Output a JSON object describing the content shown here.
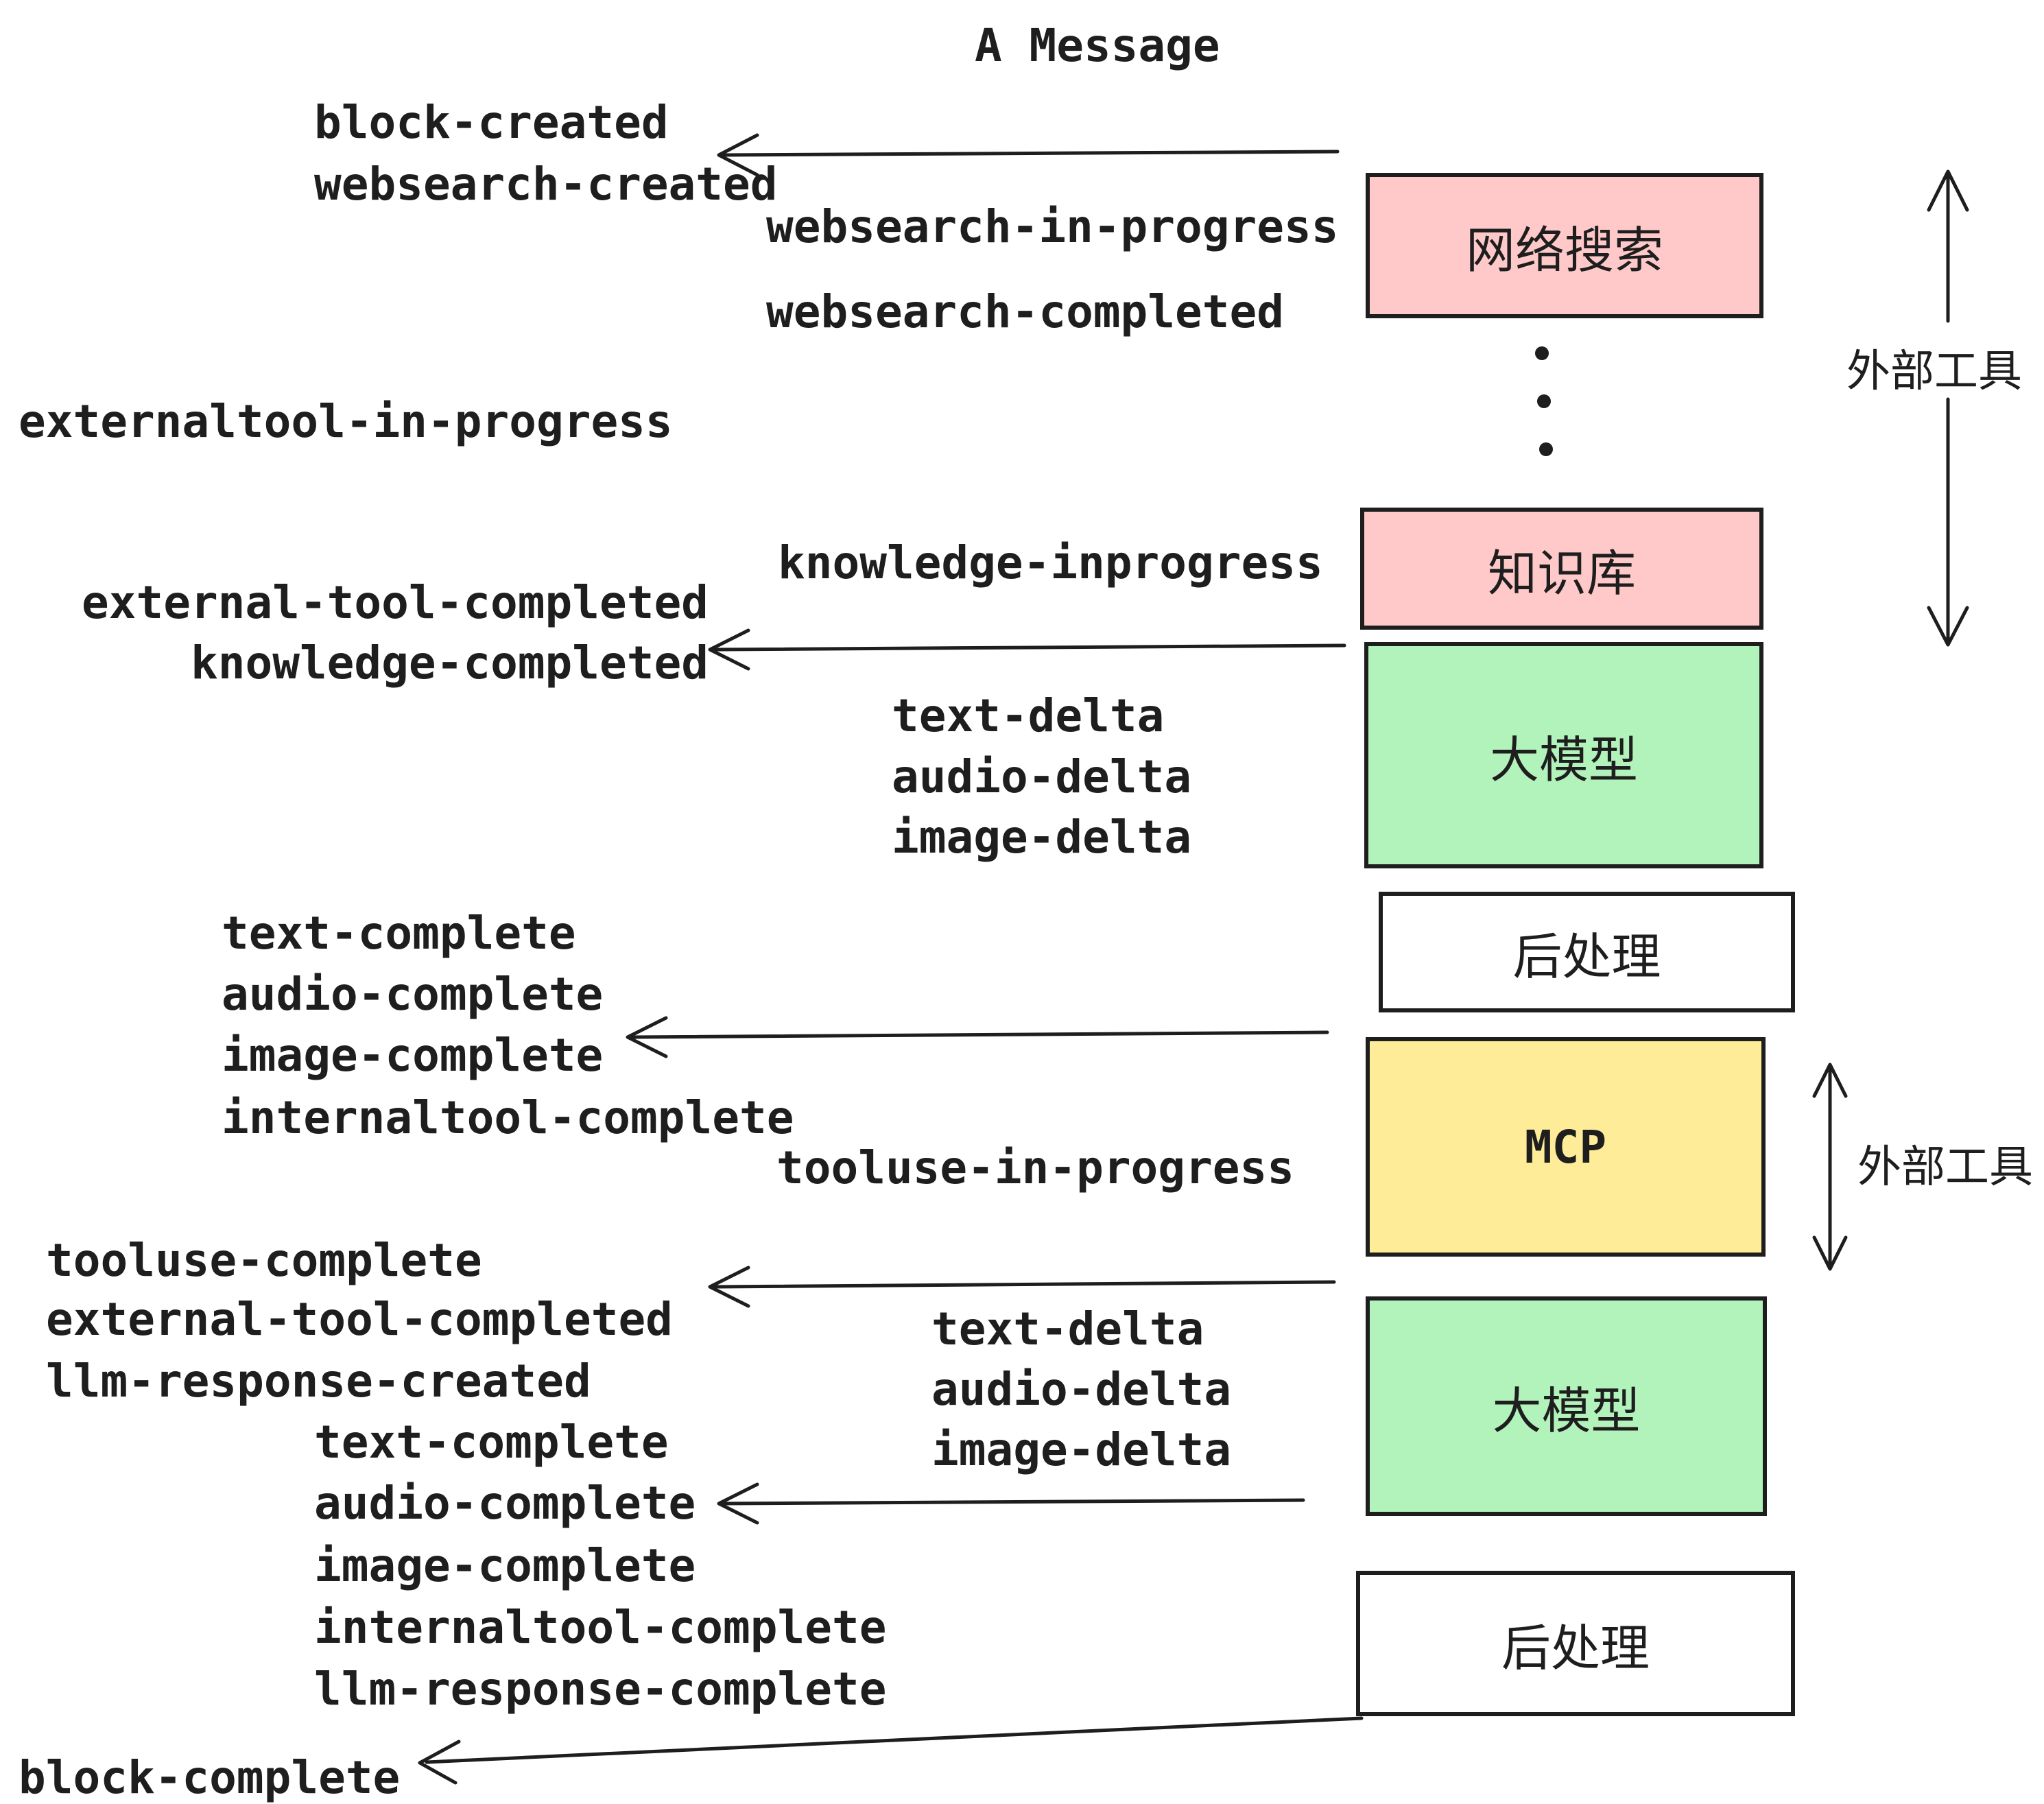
{
  "title": "A Message",
  "boxes": {
    "websearch": "网络搜索",
    "knowledge": "知识库",
    "llm_top": "大模型",
    "post_top": "后处理",
    "mcp": "MCP",
    "llm_bottom": "大模型",
    "post_bottom": "后处理"
  },
  "side_labels": {
    "external_tools_top": "外部工具",
    "external_tools_bottom": "外部工具"
  },
  "events": {
    "block_created": "block-created",
    "websearch_created": "websearch-created",
    "websearch_in_progress": "websearch-in-progress",
    "websearch_completed": "websearch-completed",
    "externaltool_in_progress": "externaltool-in-progress",
    "knowledge_inprogress": "knowledge-inprogress",
    "external_tool_completed": "external-tool-completed",
    "knowledge_completed": "knowledge-completed",
    "text_delta_1": "text-delta",
    "audio_delta_1": "audio-delta",
    "image_delta_1": "image-delta",
    "text_complete_1": "text-complete",
    "audio_complete_1": "audio-complete",
    "image_complete_1": "image-complete",
    "internaltool_complete_1": "internaltool-complete",
    "tooluse_in_progress": "tooluse-in-progress",
    "tooluse_complete": "tooluse-complete",
    "external_tool_completed_2": "external-tool-completed",
    "llm_response_created": "llm-response-created",
    "text_complete_2": "text-complete",
    "audio_complete_2": "audio-complete",
    "image_complete_2": "image-complete",
    "internaltool_complete_2": "internaltool-complete",
    "llm_response_complete": "llm-response-complete",
    "block_complete": "block-complete"
  },
  "colors": {
    "pink": "#ffc9c9",
    "green": "#b2f2bb",
    "yellow": "#ffec99",
    "white": "#ffffff",
    "stroke": "#1e1e1e"
  }
}
